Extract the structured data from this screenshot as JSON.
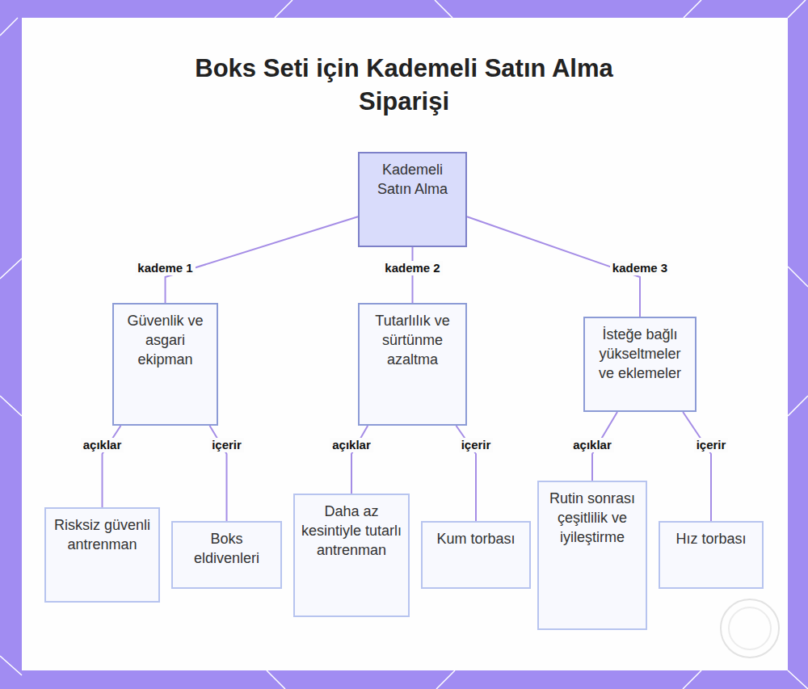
{
  "diagram": {
    "title": "Boks Seti için Kademeli Satın Alma Siparişi",
    "nodes": [
      {
        "text": [
          "Kademeli Satın Alma"
        ]
      },
      {
        "text": [
          "Güvenlik ve asgari ekipman"
        ]
      },
      {
        "text": [
          "Tutarlılık ve sürtünme azaltma"
        ]
      },
      {
        "text": [
          "İsteğe bağlı yükseltmeler ve eklemeler"
        ]
      },
      {
        "text": [
          "Risksiz güvenli antrenman"
        ]
      },
      {
        "text": [
          "Boks eldivenleri"
        ]
      },
      {
        "text": [
          "Daha az kesintiyle tutarlı antrenman"
        ]
      },
      {
        "text": [
          "Kum torbası"
        ]
      },
      {
        "text": [
          "Rutin sonrası çeşitlilik ve iyileştirme"
        ]
      },
      {
        "text": [
          "Hız torbası"
        ]
      }
    ],
    "edges": [
      {
        "from": 0,
        "to": 1,
        "label": "kademe 1",
        "arrow": "none"
      },
      {
        "from": 0,
        "to": 2,
        "label": "kademe 2",
        "arrow": "none"
      },
      {
        "from": 0,
        "to": 3,
        "label": "kademe 3",
        "arrow": "none"
      },
      {
        "from": 1,
        "to": 4,
        "label": "açıklar",
        "arrow": "none"
      },
      {
        "from": 1,
        "to": 5,
        "label": "içerir",
        "arrow": "none"
      },
      {
        "from": 2,
        "to": 6,
        "label": "açıklar",
        "arrow": "none"
      },
      {
        "from": 2,
        "to": 7,
        "label": "içerir",
        "arrow": "none"
      },
      {
        "from": 3,
        "to": 8,
        "label": "açıklar",
        "arrow": "none"
      },
      {
        "from": 3,
        "to": 9,
        "label": "içerir",
        "arrow": "none"
      }
    ]
  }
}
